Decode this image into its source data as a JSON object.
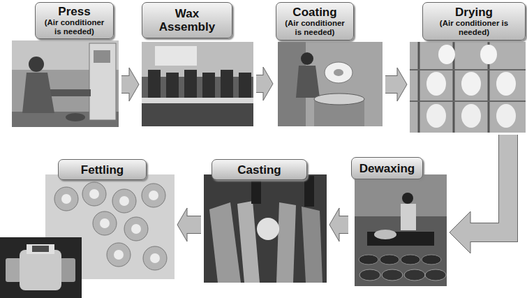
{
  "diagram": {
    "nodes": [
      {
        "text": [
          "Press",
          "(Air conditioner is needed)"
        ]
      },
      {
        "text": [
          "Wax Assembly"
        ]
      },
      {
        "text": [
          "Coating",
          "(Air conditioner is needed)"
        ]
      },
      {
        "text": [
          "Drying",
          "(Air conditioner is needed)"
        ]
      },
      {
        "text": [
          "Dewaxing"
        ]
      },
      {
        "text": [
          "Casting"
        ]
      },
      {
        "text": [
          "Fettling"
        ]
      }
    ],
    "edges": [
      {
        "from": 0,
        "to": 1,
        "arrow": "to"
      },
      {
        "from": 1,
        "to": 2,
        "arrow": "to"
      },
      {
        "from": 2,
        "to": 3,
        "arrow": "to"
      },
      {
        "from": 3,
        "to": 4,
        "arrow": "to"
      },
      {
        "from": 4,
        "to": 5,
        "arrow": "to"
      },
      {
        "from": 5,
        "to": 6,
        "arrow": "to"
      }
    ]
  }
}
